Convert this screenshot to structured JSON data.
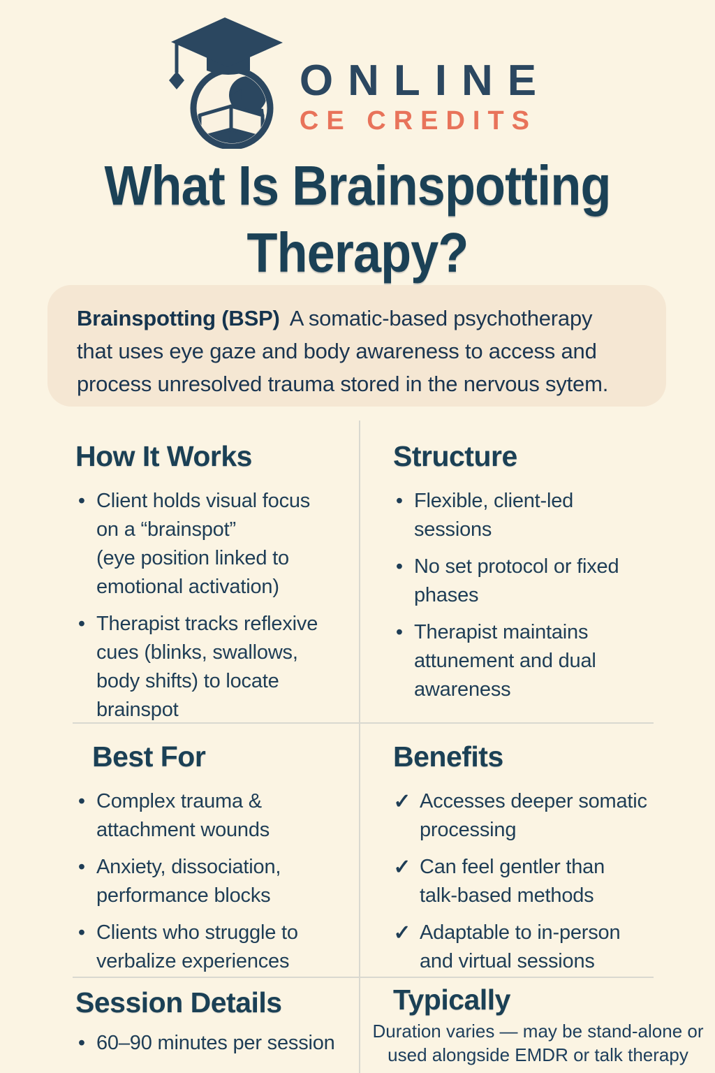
{
  "logo": {
    "line1": "ONLINE",
    "line2": "CE CREDITS",
    "navy": "#2B4760",
    "accent": "#E8735A"
  },
  "title": "What Is Brainspotting\nTherapy?",
  "definition": {
    "term": "Brainspotting (BSP)",
    "after_term": "A somatic-based psychotherapy",
    "line2": "that uses eye gaze and body awareness to access and",
    "line3": "process unresolved trauma stored in the nervous sytem."
  },
  "sections": {
    "how_it_works": {
      "heading": "How It Works",
      "marker": "•",
      "items": [
        "Client holds visual focus\non a “brainspot”\n(eye position linked to\nemotional activation)",
        "Therapist tracks reflexive\ncues (blinks, swallows,\nbody shifts) to locate\nbrainspot"
      ]
    },
    "structure": {
      "heading": "Structure",
      "marker": "•",
      "items": [
        "Flexible, client-led\nsessions",
        "No set protocol or fixed\nphases",
        "Therapist maintains\nattunement and dual\nawareness"
      ]
    },
    "best_for": {
      "heading": "Best For",
      "marker": "•",
      "items": [
        "Complex trauma &\nattachment wounds",
        "Anxiety, dissociation,\nperformance blocks",
        "Clients who struggle to\nverbalize experiences"
      ]
    },
    "benefits": {
      "heading": "Benefits",
      "marker": "✓",
      "items": [
        "Accesses deeper somatic\nprocessing",
        "Can feel gentler than\ntalk-based methods",
        "Adaptable to in-person\nand virtual sessions"
      ]
    },
    "session_details": {
      "heading": "Session Details",
      "marker": "•",
      "items": [
        "60–90 minutes per session"
      ]
    },
    "typically": {
      "heading": "Typically",
      "note": "Duration varies — may be stand-alone or\nused alongside EMDR or talk therapy"
    }
  },
  "colors": {
    "background": "#FBF4E3",
    "definition_box": "#F5E7D3",
    "heading_navy": "#1B4055",
    "body_navy": "#1E3D56",
    "coral_accent": "#E8735A",
    "divider": "#D9D8D0"
  }
}
